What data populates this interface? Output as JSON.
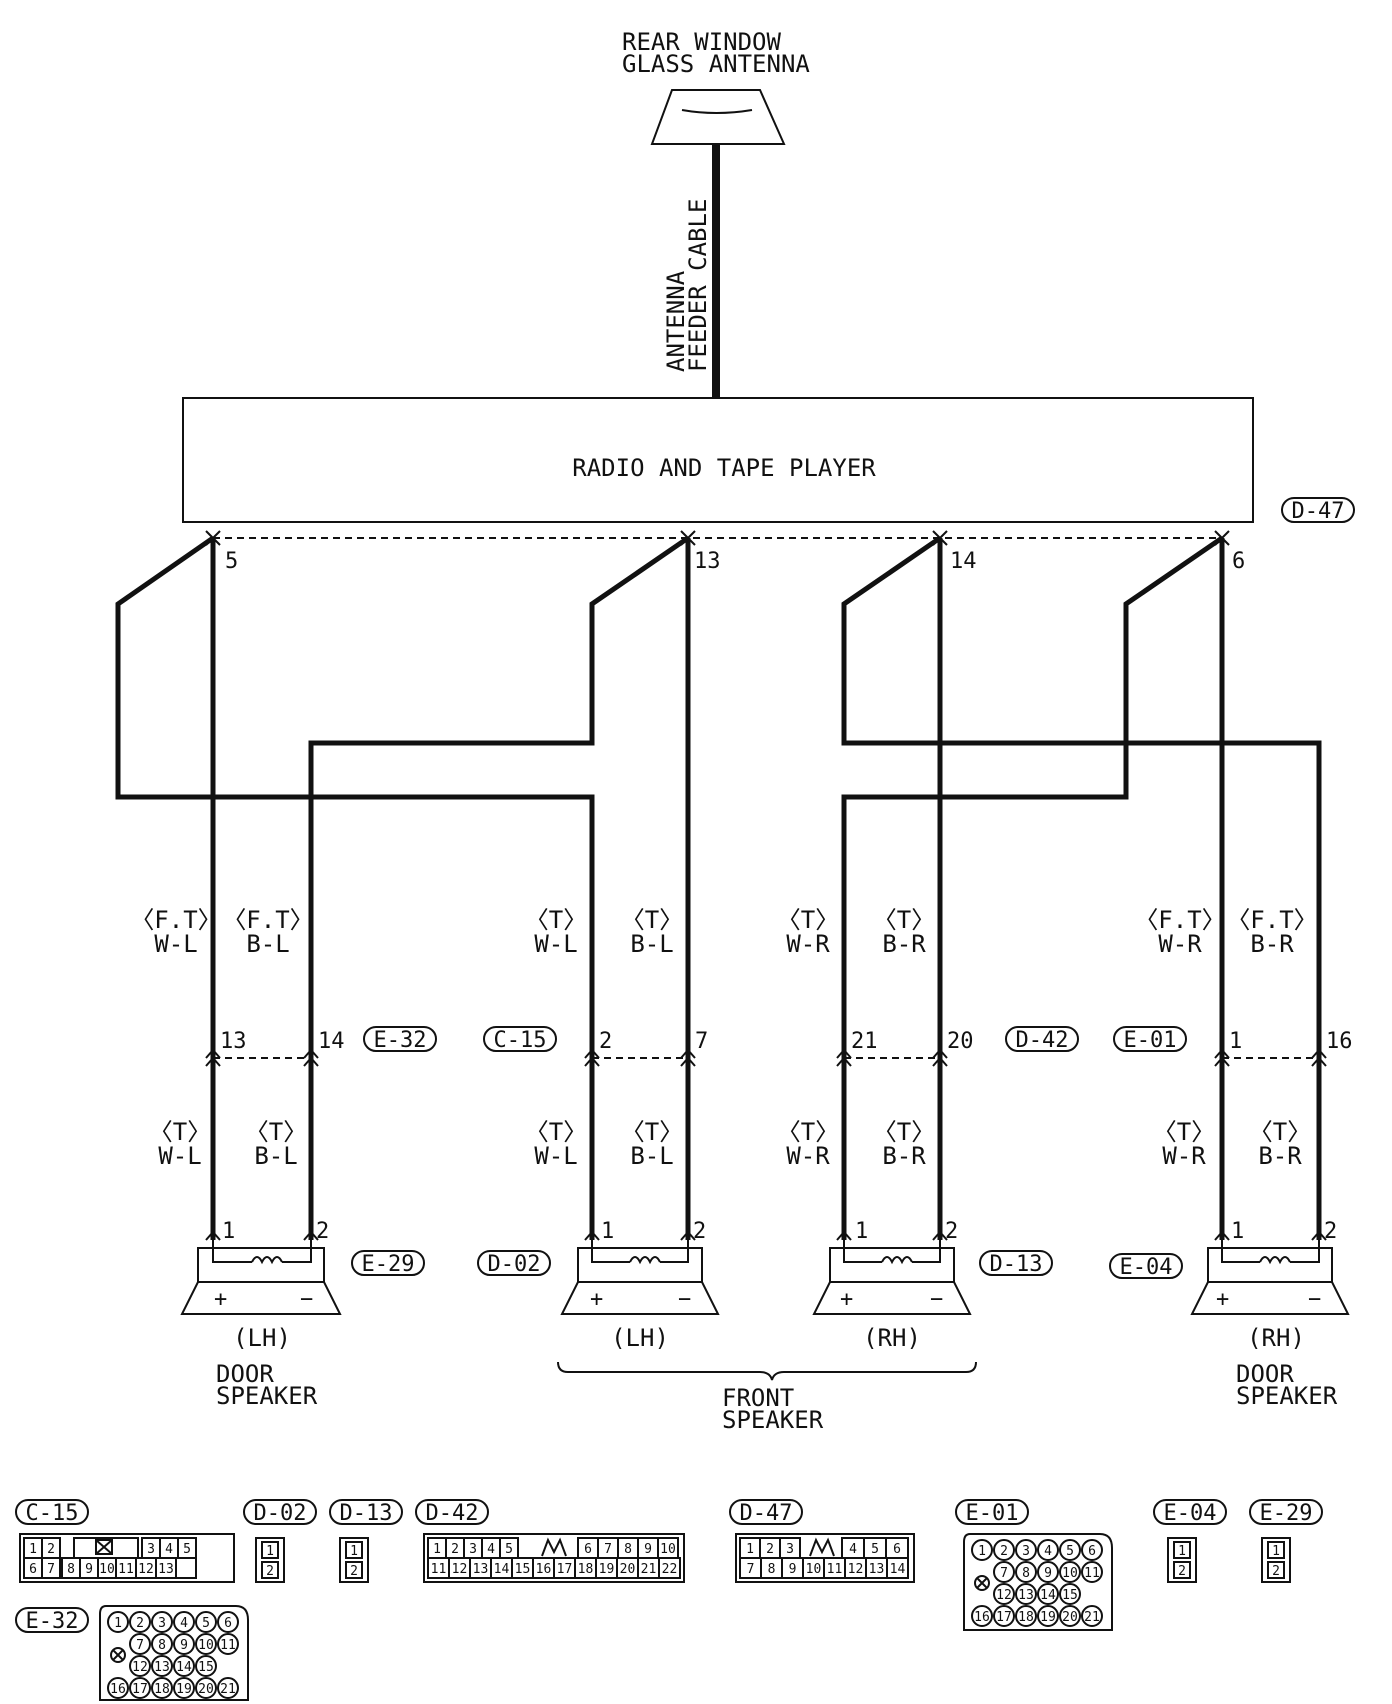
{
  "antenna": {
    "line1": "REAR WINDOW",
    "line2": "GLASS ANTENNA"
  },
  "cable": {
    "line1": "ANTENNA",
    "line2": "FEEDER CABLE"
  },
  "radio": {
    "label": "RADIO AND TAPE PLAYER",
    "connector": "D-47"
  },
  "radio_pins": [
    "5",
    "13",
    "14",
    "6"
  ],
  "wires_upper": [
    {
      "left_top": "〈F.T〉",
      "left_bottom": "W-L",
      "right_top": "〈F.T〉",
      "right_bottom": "B-L"
    },
    {
      "left_top": "〈T〉",
      "left_bottom": "W-L",
      "right_top": "〈T〉",
      "right_bottom": "B-L"
    },
    {
      "left_top": "〈T〉",
      "left_bottom": "W-R",
      "right_top": "〈T〉",
      "right_bottom": "B-R"
    },
    {
      "left_top": "〈F.T〉",
      "left_bottom": "W-R",
      "right_top": "〈F.T〉",
      "right_bottom": "B-R"
    }
  ],
  "wires_lower": [
    {
      "left_top": "〈T〉",
      "left_bottom": "W-L",
      "right_top": "〈T〉",
      "right_bottom": "B-L"
    },
    {
      "left_top": "〈T〉",
      "left_bottom": "W-L",
      "right_top": "〈T〉",
      "right_bottom": "B-L"
    },
    {
      "left_top": "〈T〉",
      "left_bottom": "W-R",
      "right_top": "〈T〉",
      "right_bottom": "B-R"
    },
    {
      "left_top": "〈T〉",
      "left_bottom": "W-R",
      "right_top": "〈T〉",
      "right_bottom": "B-R"
    }
  ],
  "junctions": [
    {
      "left_pin": "13",
      "right_pin": "14",
      "connector": "E-32"
    },
    {
      "left_pin": "2",
      "right_pin": "7",
      "connector": "C-15"
    },
    {
      "left_pin": "21",
      "right_pin": "20",
      "connector": "D-42"
    },
    {
      "left_pin": "1",
      "right_pin": "16",
      "connector": "E-01"
    }
  ],
  "speakers": [
    {
      "pin1": "1",
      "pin2": "2",
      "connector": "E-29",
      "plus": "+",
      "minus": "−",
      "side": "(LH)"
    },
    {
      "pin1": "1",
      "pin2": "2",
      "connector": "D-02",
      "plus": "+",
      "minus": "−",
      "side": "(LH)"
    },
    {
      "pin1": "1",
      "pin2": "2",
      "connector": "D-13",
      "plus": "+",
      "minus": "−",
      "side": "(RH)"
    },
    {
      "pin1": "1",
      "pin2": "2",
      "connector": "E-04",
      "plus": "+",
      "minus": "−",
      "side": "(RH)"
    }
  ],
  "groups": {
    "door_left": {
      "line1": "DOOR",
      "line2": "SPEAKER"
    },
    "front": {
      "line1": "FRONT",
      "line2": "SPEAKER"
    },
    "door_right": {
      "line1": "DOOR",
      "line2": "SPEAKER"
    }
  },
  "legend": {
    "c15": {
      "name": "C-15",
      "row1": [
        "1",
        "2",
        "3",
        "4",
        "5"
      ],
      "row2": [
        "6",
        "7",
        "8",
        "9",
        "10",
        "11",
        "12",
        "13"
      ]
    },
    "d02": {
      "name": "D-02",
      "pins": [
        "1",
        "2"
      ]
    },
    "d13": {
      "name": "D-13",
      "pins": [
        "1",
        "2"
      ]
    },
    "d42": {
      "name": "D-42",
      "row1": [
        "1",
        "2",
        "3",
        "4",
        "5",
        "6",
        "7",
        "8",
        "9",
        "10"
      ],
      "row2": [
        "11",
        "12",
        "13",
        "14",
        "15",
        "16",
        "17",
        "18",
        "19",
        "20",
        "21",
        "22"
      ]
    },
    "d47": {
      "name": "D-47",
      "row1": [
        "1",
        "2",
        "3",
        "4",
        "5",
        "6"
      ],
      "row2": [
        "7",
        "8",
        "9",
        "10",
        "11",
        "12",
        "13",
        "14"
      ]
    },
    "e01": {
      "name": "E-01",
      "row1": [
        "1",
        "2",
        "3",
        "4",
        "5",
        "6"
      ],
      "row2": [
        "7",
        "8",
        "9",
        "10",
        "11"
      ],
      "row3": [
        "12",
        "13",
        "14",
        "15"
      ],
      "row4": [
        "16",
        "17",
        "18",
        "19",
        "20",
        "21"
      ]
    },
    "e04": {
      "name": "E-04",
      "pins": [
        "1",
        "2"
      ]
    },
    "e29": {
      "name": "E-29",
      "pins": [
        "1",
        "2"
      ]
    },
    "e32": {
      "name": "E-32",
      "row1": [
        "1",
        "2",
        "3",
        "4",
        "5",
        "6"
      ],
      "row2": [
        "7",
        "8",
        "9",
        "10",
        "11"
      ],
      "row3": [
        "12",
        "13",
        "14",
        "15"
      ],
      "row4": [
        "16",
        "17",
        "18",
        "19",
        "20",
        "21"
      ]
    }
  }
}
